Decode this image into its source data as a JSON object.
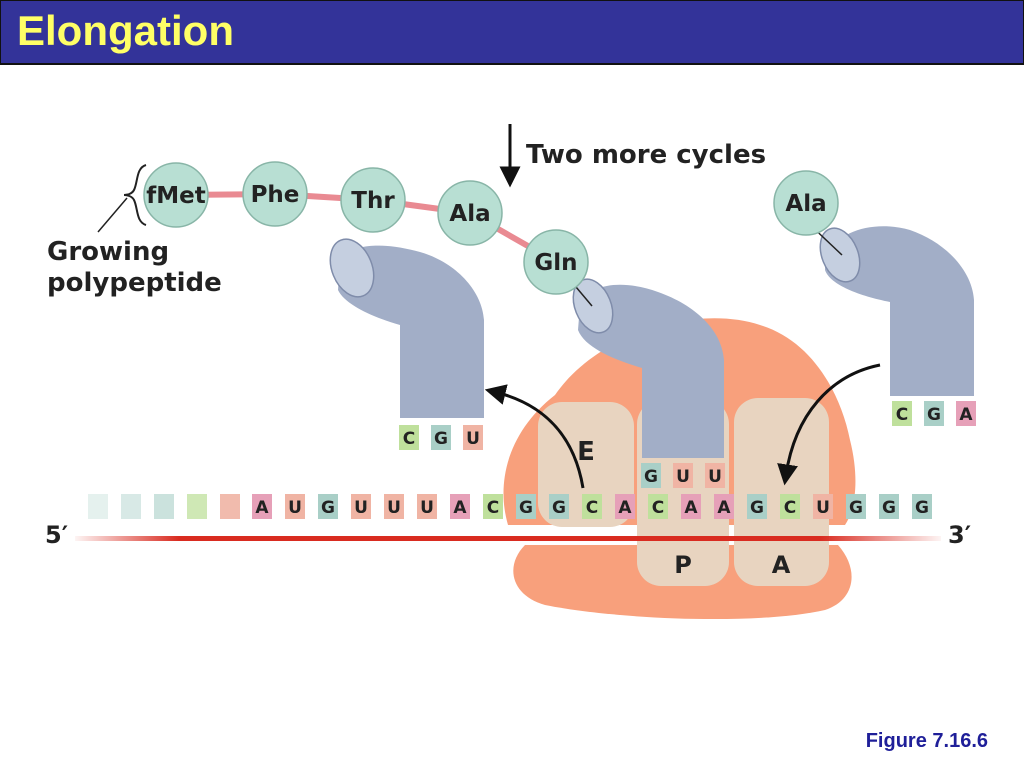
{
  "title": "Elongation",
  "figure_label": "Figure 7.16.6",
  "annotations": {
    "cycles": "Two more cycles",
    "growing_line1": "Growing",
    "growing_line2": "polypeptide",
    "five_prime": "5′",
    "three_prime": "3′"
  },
  "sites": {
    "e": "E",
    "p": "P",
    "a": "A"
  },
  "polypeptide": [
    "fMet",
    "Phe",
    "Thr",
    "Ala",
    "Gln"
  ],
  "incoming_amino_acid": "Ala",
  "anticodons": {
    "exiting": [
      "C",
      "G",
      "U"
    ],
    "p_site": [
      "G",
      "U",
      "U"
    ],
    "incoming": [
      "C",
      "G",
      "A"
    ]
  },
  "mrna": [
    "A",
    "U",
    "G",
    "U",
    "U",
    "U",
    "A",
    "C",
    "G",
    "G",
    "C",
    "A",
    "C",
    "A",
    "A",
    "G",
    "C",
    "U",
    "G",
    "G",
    "G"
  ],
  "colors": {
    "title_bg": "#333399",
    "title_text": "#ffff66",
    "ribosome": "#f8a07c",
    "site": "#e8d4c0",
    "trna": "#a2aec7",
    "amino_acid": "#b8dfd3",
    "mrna_strand": "#d92b20",
    "A": "#e6a0b8",
    "U": "#f0b4a4",
    "G": "#a9cfc7",
    "C": "#bfe09c"
  }
}
